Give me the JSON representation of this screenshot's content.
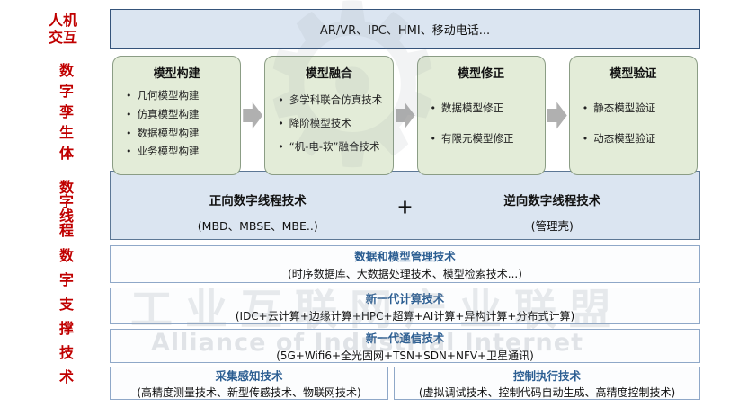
{
  "rail": {
    "hmi": "人机交互",
    "twin": "数字孪生体",
    "thread": "数字线程",
    "support": "数字支撑技术"
  },
  "top_bar": {
    "label": "AR/VR、IPC、HMI、移动电话..."
  },
  "model_boxes": [
    {
      "title": "模型构建",
      "items": [
        "几何模型构建",
        "仿真模型构建",
        "数据模型构建",
        "业务模型构建"
      ]
    },
    {
      "title": "模型融合",
      "items": [
        "多学科联合仿真技术",
        "降阶模型技术",
        "“机-电-软”融合技术"
      ]
    },
    {
      "title": "模型修正",
      "items": [
        "数据模型修正",
        "有限元模型修正"
      ]
    },
    {
      "title": "模型验证",
      "items": [
        "静态模型验证",
        "动态模型验证"
      ]
    }
  ],
  "thread_box": {
    "forward_title": "正向数字线程技术",
    "forward_sub": "(MBD、MBSE、MBE..)",
    "plus": "+",
    "reverse_title": "逆向数字线程技术",
    "reverse_sub": "(管理壳)"
  },
  "support_bars": [
    {
      "title": "数据和模型管理技术",
      "sub": "(时序数据库、大数据处理技术、模型检索技术...)"
    },
    {
      "title": "新一代计算技术",
      "sub": "(IDC+云计算+边缘计算+HPC+超算+AI计算+异构计算+分布式计算)"
    },
    {
      "title": "新一代通信技术",
      "sub": "(5G+Wifi6+全光固网+TSN+SDN+NFV+卫星通讯)"
    }
  ],
  "bottom_boxes": [
    {
      "title": "采集感知技术",
      "sub": "(高精度测量技术、新型传感技术、物联网技术)"
    },
    {
      "title": "控制执行技术",
      "sub": "(虚拟调试技术、控制代码自动生成、高精度控制技术)"
    }
  ],
  "watermark": {
    "cn": "工业互联网产业联盟",
    "en": "Alliance of Industrial Internet",
    "gear": "⚙"
  },
  "colors": {
    "accent_red": "#c00000",
    "title_blue": "#2c5e92",
    "green_fill": "#e3ecd8",
    "blue_fill": "#dbe5f1"
  }
}
